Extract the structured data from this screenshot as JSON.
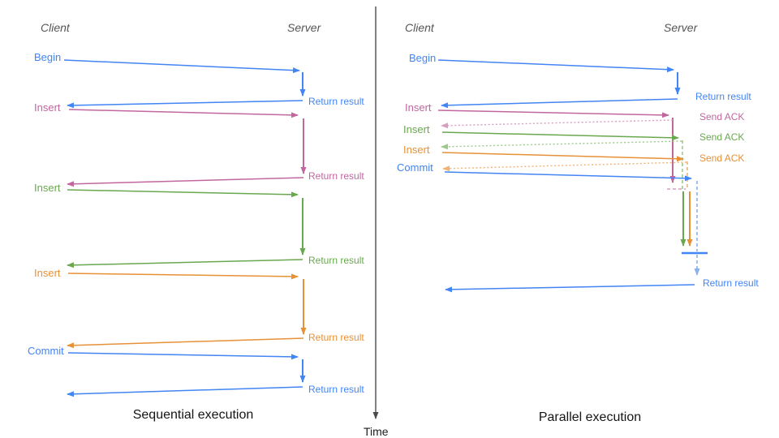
{
  "colors": {
    "blue": "#4285f4",
    "light_blue": "#8ab0ef",
    "pink": "#c1679e",
    "light_pink": "#d79ec0",
    "green": "#6aa84f",
    "light_green": "#9cc98a",
    "orange": "#e69138",
    "light_orange": "#f2b274",
    "axis_gray": "#4a4a4a"
  },
  "left_panel": {
    "title": "Sequential execution",
    "client_label": "Client",
    "server_label": "Server",
    "operations": [
      {
        "request": "Begin",
        "response": "Return result"
      },
      {
        "request": "Insert",
        "response": "Return result"
      },
      {
        "request": "Insert",
        "response": "Return result"
      },
      {
        "request": "Insert",
        "response": "Return result"
      },
      {
        "request": "Commit",
        "response": "Return result"
      }
    ]
  },
  "right_panel": {
    "title": "Parallel execution",
    "client_label": "Client",
    "server_label": "Server",
    "operations": [
      {
        "request": "Begin",
        "response": "Return result"
      },
      {
        "request": "Insert",
        "response": "Send ACK"
      },
      {
        "request": "Insert",
        "response": "Send ACK"
      },
      {
        "request": "Insert",
        "response": "Send ACK"
      },
      {
        "request": "Commit",
        "response": "Return result"
      }
    ]
  },
  "time_axis": {
    "label": "Time"
  }
}
